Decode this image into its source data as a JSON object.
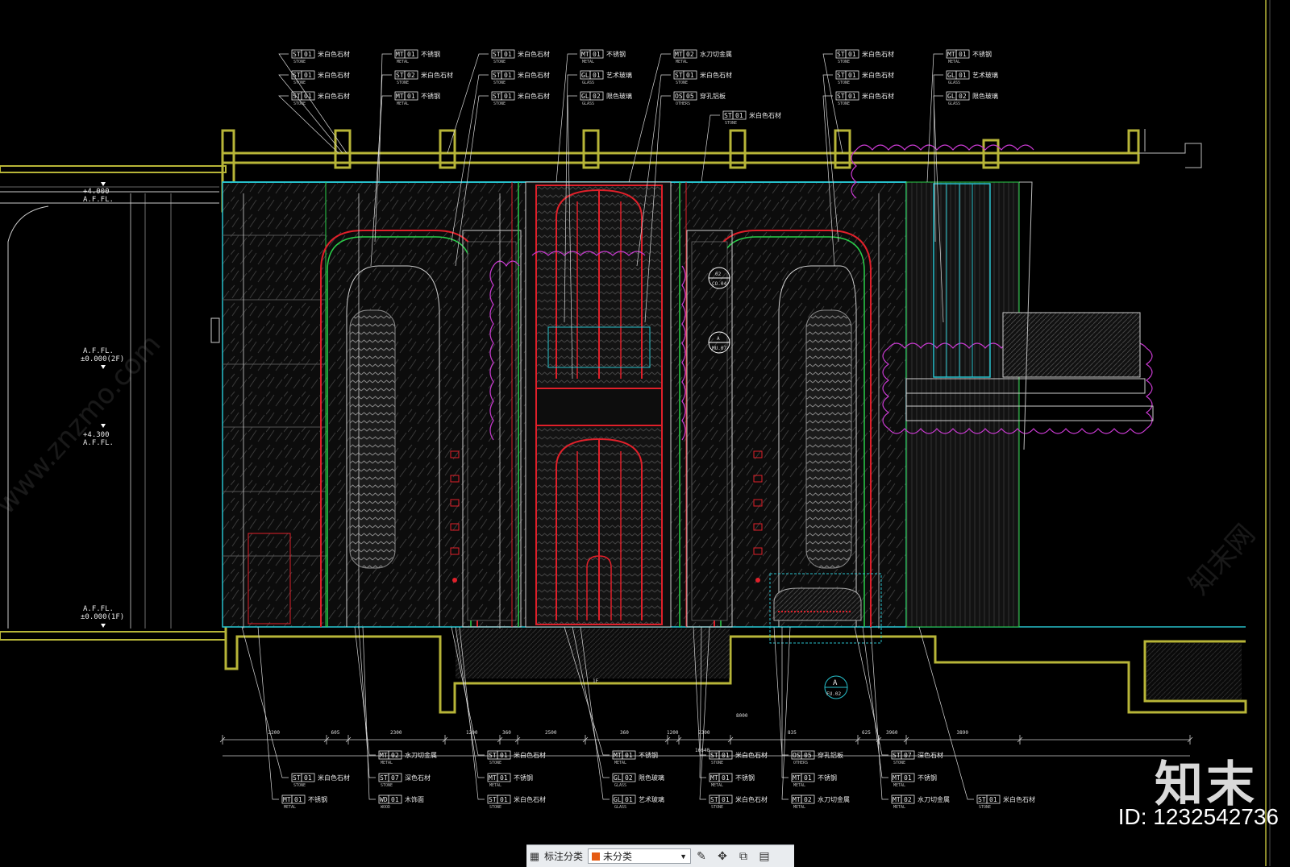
{
  "drawing": {
    "levels": {
      "afl_4000": "+4.000",
      "afl_4000_b": "A.F.FL.",
      "afl_2f": "A.F.FL.",
      "afl_2f_b": "±0.000(2F)",
      "afl_4300": "+4.300",
      "afl_4300_b": "A.F.FL.",
      "afl_1f": "A.F.FL.",
      "afl_1f_b": "±0.000(1F)"
    },
    "top_tags": [
      {
        "code": "ST",
        "num": "01",
        "sub": "STONE",
        "note": "米白色石材"
      },
      {
        "code": "ST",
        "num": "01",
        "sub": "STONE",
        "note": "米白色石材"
      },
      {
        "code": "ST",
        "num": "01",
        "sub": "STONE",
        "note": "米白色石材"
      },
      {
        "code": "MT",
        "num": "01",
        "sub": "METAL",
        "note": "不锈钢"
      },
      {
        "code": "ST",
        "num": "02",
        "sub": "STONE",
        "note": "米白色石材"
      },
      {
        "code": "MT",
        "num": "01",
        "sub": "METAL",
        "note": "不锈钢"
      },
      {
        "code": "ST",
        "num": "01",
        "sub": "STONE",
        "note": "米白色石材"
      },
      {
        "code": "ST",
        "num": "01",
        "sub": "STONE",
        "note": "米白色石材"
      },
      {
        "code": "ST",
        "num": "01",
        "sub": "STONE",
        "note": "米白色石材"
      },
      {
        "code": "MT",
        "num": "01",
        "sub": "METAL",
        "note": "不锈钢"
      },
      {
        "code": "GL",
        "num": "01",
        "sub": "GLASS",
        "note": "艺术玻璃"
      },
      {
        "code": "GL",
        "num": "02",
        "sub": "GLASS",
        "note": "限色玻璃"
      },
      {
        "code": "MT",
        "num": "02",
        "sub": "METAL",
        "note": "水刀切金属"
      },
      {
        "code": "ST",
        "num": "01",
        "sub": "STONE",
        "note": "米白色石材"
      },
      {
        "code": "OS",
        "num": "05",
        "sub": "OTHERS",
        "note": "穿孔铝板"
      },
      {
        "code": "ST",
        "num": "01",
        "sub": "STONE",
        "note": "米白色石材"
      },
      {
        "code": "ST",
        "num": "01",
        "sub": "STONE",
        "note": "米白色石材"
      },
      {
        "code": "ST",
        "num": "01",
        "sub": "STONE",
        "note": "米白色石材"
      },
      {
        "code": "ST",
        "num": "01",
        "sub": "STONE",
        "note": "米白色石材"
      },
      {
        "code": "MT",
        "num": "01",
        "sub": "METAL",
        "note": "不锈钢"
      },
      {
        "code": "GL",
        "num": "01",
        "sub": "GLASS",
        "note": "艺术玻璃"
      },
      {
        "code": "GL",
        "num": "02",
        "sub": "GLASS",
        "note": "限色玻璃"
      }
    ],
    "bottom_tags": [
      {
        "code": "ST",
        "num": "01",
        "sub": "STONE",
        "note": "米白色石材"
      },
      {
        "code": "MT",
        "num": "01",
        "sub": "METAL",
        "note": "不锈钢"
      },
      {
        "code": "MT",
        "num": "02",
        "sub": "METAL",
        "note": "水刀切金属"
      },
      {
        "code": "ST",
        "num": "07",
        "sub": "STONE",
        "note": "深色石材"
      },
      {
        "code": "WD",
        "num": "01",
        "sub": "WOOD",
        "note": "木饰面"
      },
      {
        "code": "ST",
        "num": "01",
        "sub": "STONE",
        "note": "米白色石材"
      },
      {
        "code": "MT",
        "num": "01",
        "sub": "METAL",
        "note": "不锈钢"
      },
      {
        "code": "ST",
        "num": "01",
        "sub": "STONE",
        "note": "米白色石材"
      },
      {
        "code": "MT",
        "num": "01",
        "sub": "METAL",
        "note": "不锈钢"
      },
      {
        "code": "GL",
        "num": "02",
        "sub": "GLASS",
        "note": "限色玻璃"
      },
      {
        "code": "GL",
        "num": "01",
        "sub": "GLASS",
        "note": "艺术玻璃"
      },
      {
        "code": "ST",
        "num": "01",
        "sub": "STONE",
        "note": "米白色石材"
      },
      {
        "code": "MT",
        "num": "01",
        "sub": "METAL",
        "note": "不锈钢"
      },
      {
        "code": "ST",
        "num": "01",
        "sub": "STONE",
        "note": "米白色石材"
      },
      {
        "code": "OS",
        "num": "05",
        "sub": "OTHERS",
        "note": "穿孔铝板"
      },
      {
        "code": "MT",
        "num": "01",
        "sub": "METAL",
        "note": "不锈钢"
      },
      {
        "code": "MT",
        "num": "02",
        "sub": "METAL",
        "note": "水刀切金属"
      },
      {
        "code": "ST",
        "num": "07",
        "sub": "STONE",
        "note": "深色石材"
      },
      {
        "code": "MT",
        "num": "01",
        "sub": "METAL",
        "note": "不锈钢"
      },
      {
        "code": "MT",
        "num": "02",
        "sub": "METAL",
        "note": "水刀切金属"
      },
      {
        "code": "ST",
        "num": "01",
        "sub": "STONE",
        "note": "米白色石材"
      }
    ],
    "section_marks": {
      "a": {
        "letter": "A",
        "ref": "FU.02"
      },
      "b": {
        "letter": "02",
        "ref": "CO.04"
      },
      "c": {
        "letter": "A",
        "ref": "MU.07"
      }
    },
    "dims_bottom": [
      "2200",
      "605",
      "2300",
      "1200",
      "360",
      "2500",
      "360",
      "1200",
      "2300",
      "835",
      "625",
      "3960",
      "3890",
      "16640"
    ],
    "dims_overall": "16640",
    "dim_8000": "8000",
    "dim_1f": "1F"
  },
  "toolbar": {
    "label": "标注分类",
    "dropdown_value": "未分类",
    "swatch_color": "#e55b13"
  },
  "watermark": {
    "brand": "知末",
    "id": "ID: 1232542736",
    "diag_text": "www.znzmo.com",
    "diag_cn": "知末网"
  },
  "colors": {
    "structure": "#b7b538",
    "cyan": "#27c0cb",
    "red": "#e0202a",
    "green": "#2ad04a",
    "magenta": "#c93ad1",
    "white": "#e8e8e8"
  }
}
